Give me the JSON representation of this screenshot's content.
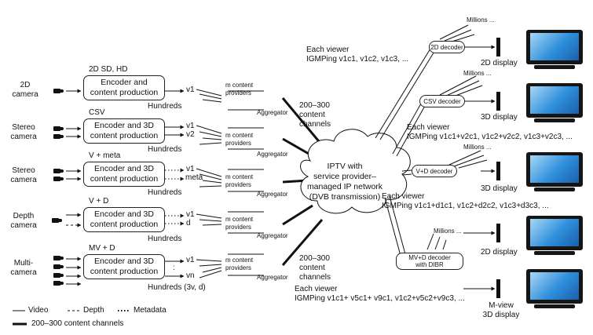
{
  "sources": [
    {
      "camera": [
        "2D",
        "camera"
      ],
      "format": "2D SD, HD",
      "encoder": [
        "Encoder and",
        "content production"
      ],
      "outputs": [
        "v1"
      ],
      "count": "Hundreds"
    },
    {
      "camera": [
        "Stereo",
        "camera"
      ],
      "format": "CSV",
      "encoder": [
        "Encoder and 3D",
        "content production"
      ],
      "outputs": [
        "v1",
        "v2"
      ],
      "count": "Hundreds"
    },
    {
      "camera": [
        "Stereo",
        "camera"
      ],
      "format": "V + meta",
      "encoder": [
        "Encoder and 3D",
        "content production"
      ],
      "outputs": [
        "v1",
        "meta"
      ],
      "count": "Hundreds"
    },
    {
      "camera": [
        "Depth",
        "camera"
      ],
      "format": "V + D",
      "encoder": [
        "Encoder and 3D",
        "content production"
      ],
      "outputs": [
        "v1",
        "d"
      ],
      "count": "Hundreds"
    },
    {
      "camera": [
        "Multi-",
        "camera"
      ],
      "format": "MV + D",
      "encoder": [
        "Encoder and 3D",
        "content production"
      ],
      "outputs": [
        "v1",
        ":",
        "vn"
      ],
      "count": "Hundreds (3v, d)"
    }
  ],
  "providers": [
    "m content",
    "providers"
  ],
  "aggregator": "Aggregator",
  "channels_top": [
    "200–300",
    "content",
    "channels"
  ],
  "channels_bottom": [
    "200–300",
    "content",
    "channels"
  ],
  "network": [
    "IPTV with",
    "service provider–",
    "managed IP network",
    "(DVB transmission)"
  ],
  "viewers": [
    [
      "Each viewer",
      "IGMPing v1c1, v1c2, v1c3, ..."
    ],
    [
      "Each viewer",
      "IGMPing v1c1+v2c1, v1c2+v2c2, v1c3+v2c3, ..."
    ],
    [
      "Each viewer",
      "IGMPing v1c1+d1c1, v1c2+d2c2, v1c3+d3c3, ..."
    ],
    [
      "Each viewer",
      "IGMPing v1c1+ v5c1+ v9c1, v1c2+v5c2+v9c3, ..."
    ]
  ],
  "millions": "Millions ...",
  "decoders": [
    [
      "2D decoder"
    ],
    [
      "CSV decoder"
    ],
    [
      "V+D decoder"
    ],
    [
      "MV+D decoder",
      "with DIBR"
    ]
  ],
  "displays": [
    [
      "2D display"
    ],
    [
      "3D display"
    ],
    [
      "3D display"
    ],
    [
      "2D display"
    ],
    [
      "M-view",
      "3D display"
    ]
  ],
  "legend": {
    "video": "Video",
    "depth": "Depth",
    "metadata": "Metadata",
    "channels": "200–300 content channels"
  }
}
